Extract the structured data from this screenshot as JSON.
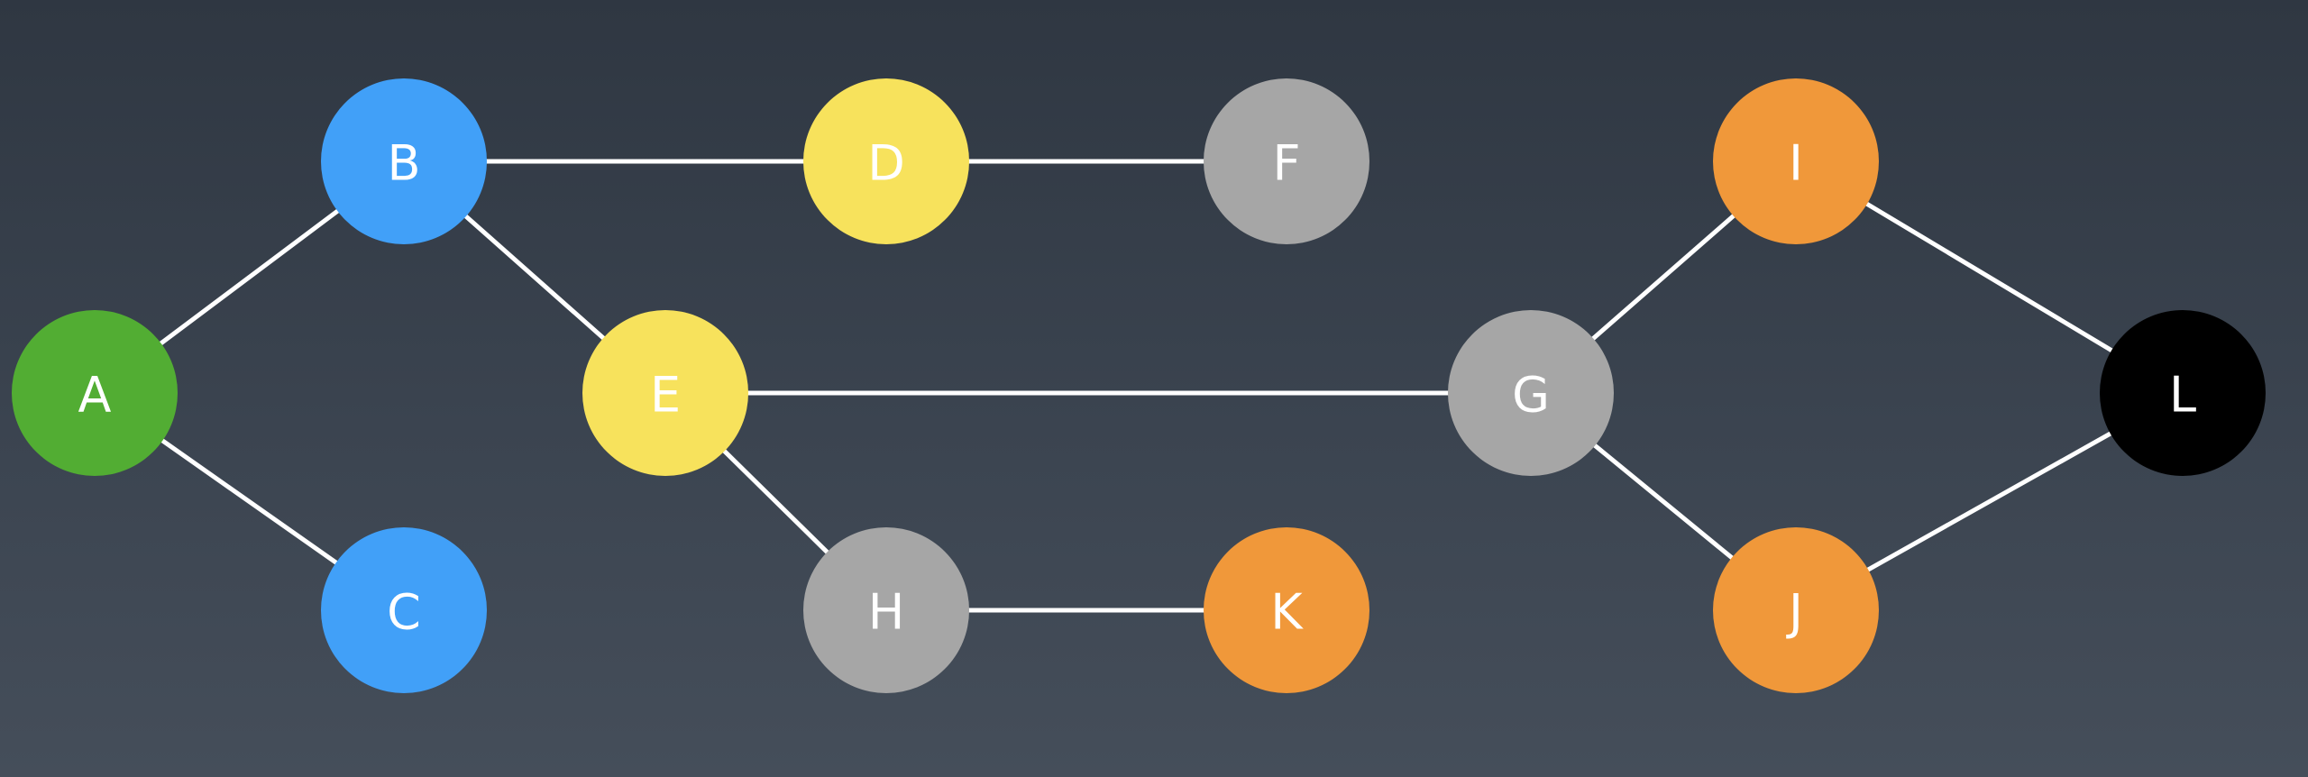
{
  "colors": {
    "green": "#52ad33",
    "blue": "#41a0f8",
    "yellow": "#f7e25c",
    "gray": "#a6a6a6",
    "orange": "#f0983a",
    "black": "#000000",
    "edge": "#ffffff"
  },
  "nodes": [
    {
      "id": "A",
      "label": "A",
      "color": "green"
    },
    {
      "id": "B",
      "label": "B",
      "color": "blue"
    },
    {
      "id": "C",
      "label": "C",
      "color": "blue"
    },
    {
      "id": "D",
      "label": "D",
      "color": "yellow"
    },
    {
      "id": "E",
      "label": "E",
      "color": "yellow"
    },
    {
      "id": "F",
      "label": "F",
      "color": "gray"
    },
    {
      "id": "G",
      "label": "G",
      "color": "gray"
    },
    {
      "id": "H",
      "label": "H",
      "color": "gray"
    },
    {
      "id": "I",
      "label": "I",
      "color": "orange"
    },
    {
      "id": "J",
      "label": "J",
      "color": "orange"
    },
    {
      "id": "K",
      "label": "K",
      "color": "orange"
    },
    {
      "id": "L",
      "label": "L",
      "color": "black"
    }
  ],
  "edges": [
    [
      "A",
      "B"
    ],
    [
      "A",
      "C"
    ],
    [
      "B",
      "D"
    ],
    [
      "B",
      "E"
    ],
    [
      "D",
      "F"
    ],
    [
      "E",
      "G"
    ],
    [
      "E",
      "H"
    ],
    [
      "H",
      "K"
    ],
    [
      "G",
      "I"
    ],
    [
      "G",
      "J"
    ],
    [
      "I",
      "L"
    ],
    [
      "J",
      "L"
    ]
  ]
}
